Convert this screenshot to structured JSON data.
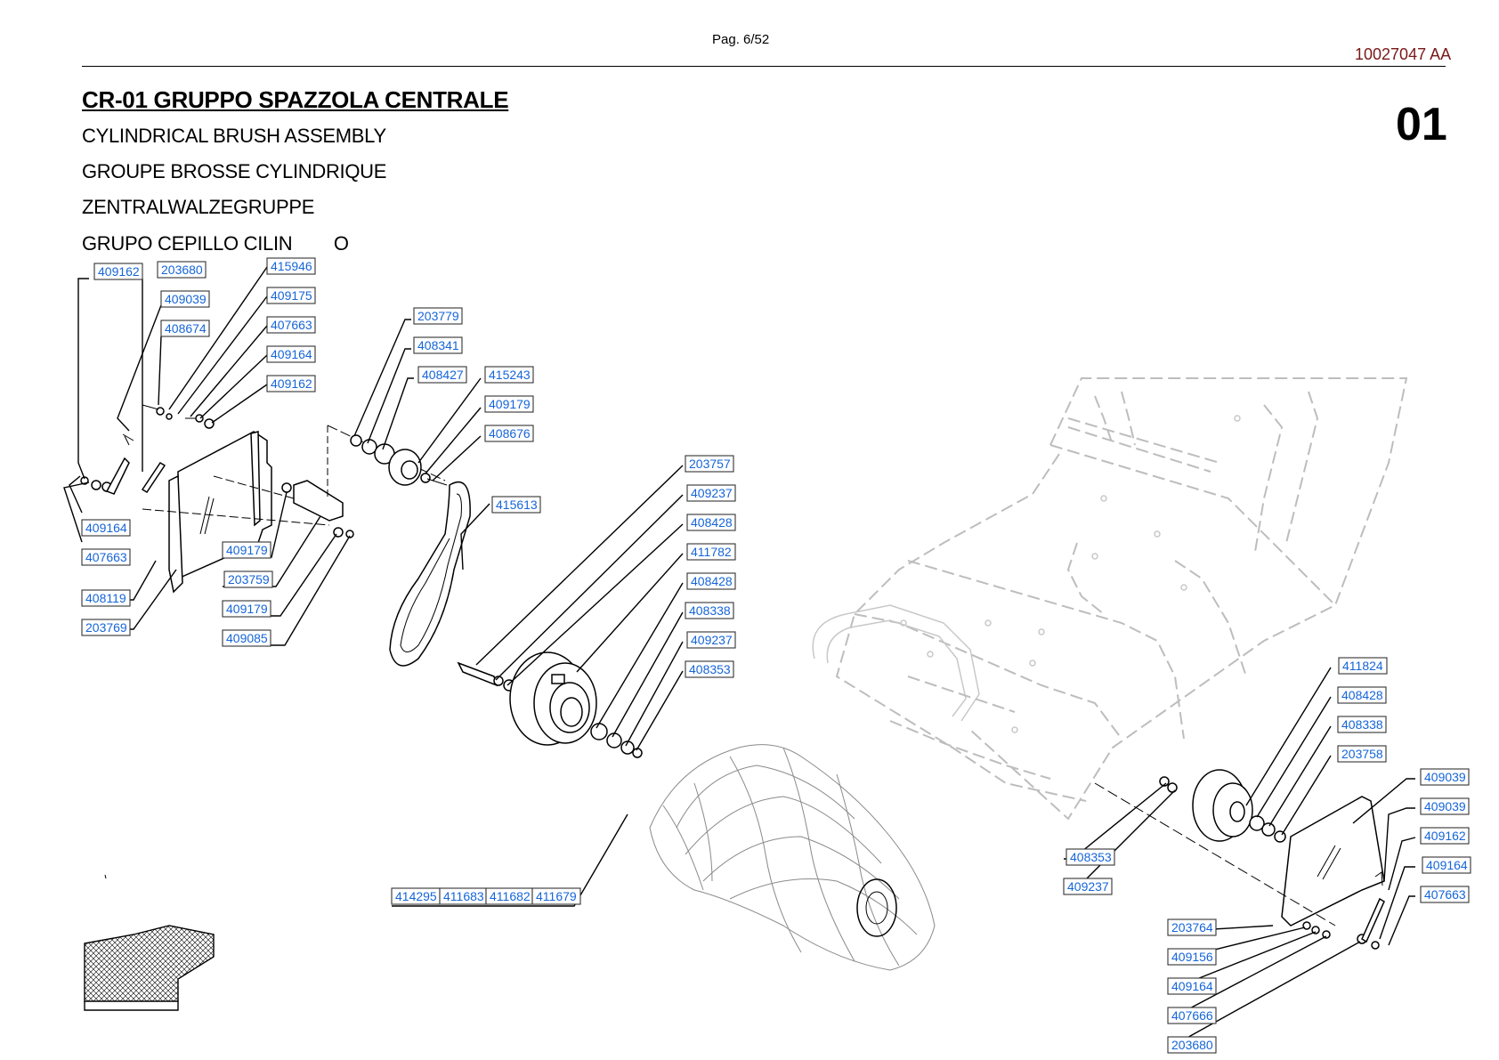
{
  "header": {
    "page_label": "Pag. 6/52",
    "doc_code": "10027047 AA"
  },
  "title": "CR-01 GRUPPO SPAZZOLA CENTRALE",
  "subtitles": [
    "CYLINDRICAL BRUSH ASSEMBLY",
    "GROUPE BROSSE CYLINDRIQUE",
    "ZENTRALWALZEGRUPPE",
    "GRUPO CEPILLO CILIN        O"
  ],
  "section_number": "01",
  "part_labels": [
    "409162",
    "203680",
    "409039",
    "408674",
    "415946",
    "409175",
    "407663",
    "409164",
    "409162",
    "409164",
    "407663",
    "408119",
    "203769",
    "409179",
    "203759",
    "409179",
    "409085",
    "203779",
    "408341",
    "408427",
    "415243",
    "409179",
    "408676",
    "415613",
    "203757",
    "409237",
    "408428",
    "411782",
    "408428",
    "408338",
    "409237",
    "408353",
    "414295",
    "411683",
    "411682",
    "411679",
    "411824",
    "408428",
    "408338",
    "203758",
    "409039",
    "409039",
    "409162",
    "409164",
    "407663",
    "408353",
    "409237",
    "203764",
    "409156",
    "409164",
    "407666",
    "203680"
  ],
  "colors": {
    "label_text": "#1565d8",
    "doc_code": "#7a1717",
    "ghost_frame": "#bdbdbd"
  }
}
